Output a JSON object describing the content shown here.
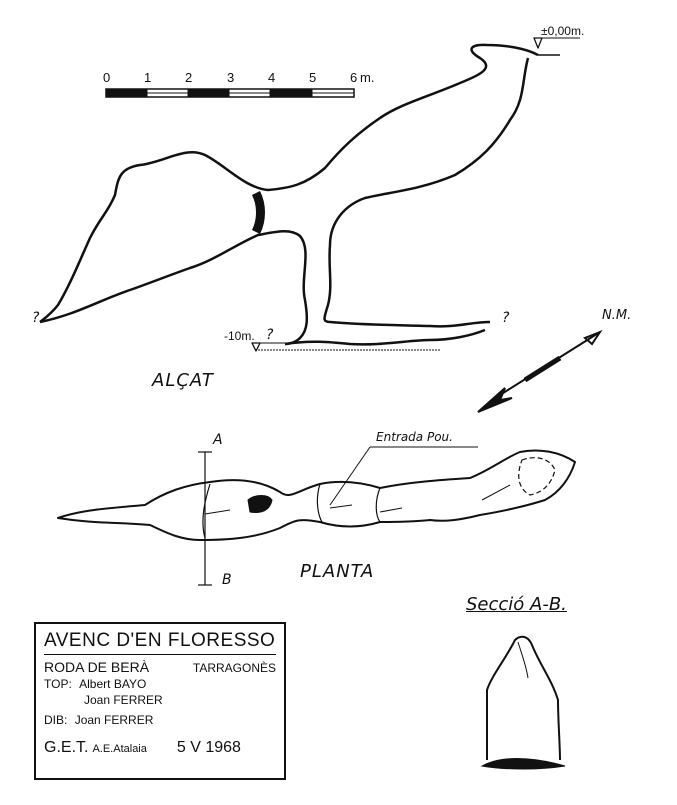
{
  "scale": {
    "ticks": [
      "0",
      "1",
      "2",
      "3",
      "4",
      "5",
      "6"
    ],
    "unit": "m."
  },
  "elevation": {
    "label": "ALÇAT",
    "datum_top": "±0,00m.",
    "datum_bottom": "-10m.",
    "unknown_marks": [
      "?",
      "?",
      "?"
    ]
  },
  "north": {
    "label": "N.M."
  },
  "plan": {
    "label": "PLANTA",
    "entrance_label": "Entrada Pou.",
    "section_a": "A",
    "section_b": "B"
  },
  "section": {
    "label": "Secció A-B."
  },
  "title_block": {
    "name": "AVENC D'EN FLORESSO",
    "town": "RODA DE BERÀ",
    "region": "TARRAGONÈS",
    "topo_label": "TOP:",
    "topo_names": [
      "Albert BAYO",
      "Joan FERRER"
    ],
    "drawing_label": "DIB:",
    "drawing_name": "Joan FERRER",
    "group": "G.E.T.",
    "group_sub": "A.E.Atalaia",
    "date": "5 V 1968"
  },
  "colors": {
    "ink": "#111111",
    "paper": "#ffffff"
  }
}
